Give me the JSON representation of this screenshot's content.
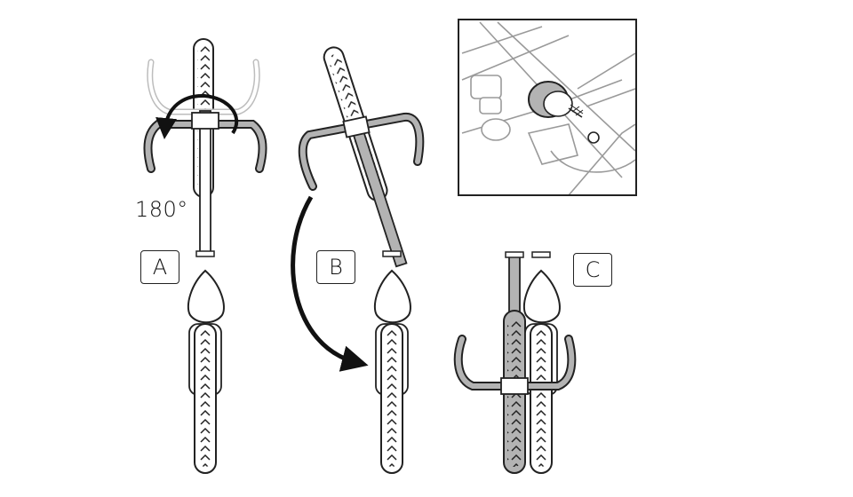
{
  "steps": {
    "a": {
      "label": "A",
      "rotation": "180°"
    },
    "b": {
      "label": "B"
    },
    "c": {
      "label": "C"
    }
  },
  "colors": {
    "stroke": "#222222",
    "fork_fill": "#b3b3b3",
    "ghost_stroke": "#bdbdbd",
    "detail_line": "#9a9a9a",
    "tire_fill": "#ffffff"
  },
  "icons": [
    "rotate-arrow-icon",
    "curved-arrow-icon"
  ]
}
